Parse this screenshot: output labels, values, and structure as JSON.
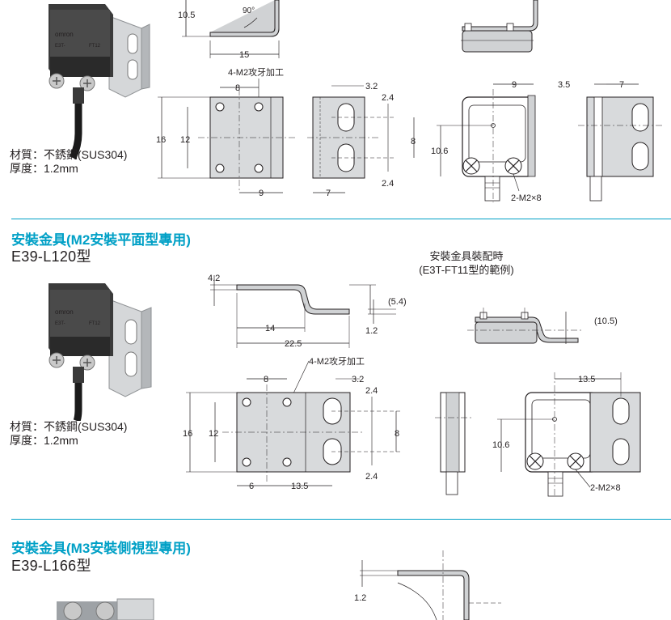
{
  "sections": [
    {
      "title": "",
      "model": "",
      "material": "材質：不銹鋼(SUS304)",
      "thickness": "厚度：1.2mm"
    },
    {
      "title": "安裝金具(M2安裝平面型專用)",
      "model": "E39-L120型",
      "material": "材質：不銹鋼(SUS304)",
      "thickness": "厚度：1.2mm",
      "assembly_caption_1": "安裝金具裝配時",
      "assembly_caption_2": "(E3T-FT11型的範例)"
    },
    {
      "title": "安裝金具(M3安裝側視型專用)",
      "model": "E39-L166型"
    }
  ],
  "sensor_label": {
    "brand": "omron",
    "model": "E3T-",
    "suffix": "FT12",
    "suffix2": "FT12"
  },
  "dims_top": {
    "d10_5": "10.5",
    "a90": "90°",
    "d15": "15",
    "tap": "4-M2攻牙加工",
    "d8": "8",
    "d16": "16",
    "d12": "12",
    "d9a": "9",
    "d3_2": "3.2",
    "d2_4a": "2.4",
    "d8b": "8",
    "d2_4b": "2.4",
    "d7": "7",
    "d9b": "9",
    "d3_5": "3.5",
    "d7b": "7",
    "d10_6": "10.6",
    "screw": "2-M2×8"
  },
  "dims_mid": {
    "d4_2": "4.2",
    "d5_4": "(5.4)",
    "d14": "14",
    "d1_2": "1.2",
    "d22_5": "22.5",
    "tap": "4-M2攻牙加工",
    "d8": "8",
    "d3_2": "3.2",
    "d2_4a": "2.4",
    "d16": "16",
    "d12": "12",
    "d8b": "8",
    "d2_4b": "2.4",
    "d6": "6",
    "d13_5": "13.5",
    "d10_5": "(10.5)",
    "d13_5b": "13.5",
    "d10_6": "10.6",
    "screw": "2-M2×8"
  },
  "dims_bot": {
    "d1_2": "1.2"
  }
}
